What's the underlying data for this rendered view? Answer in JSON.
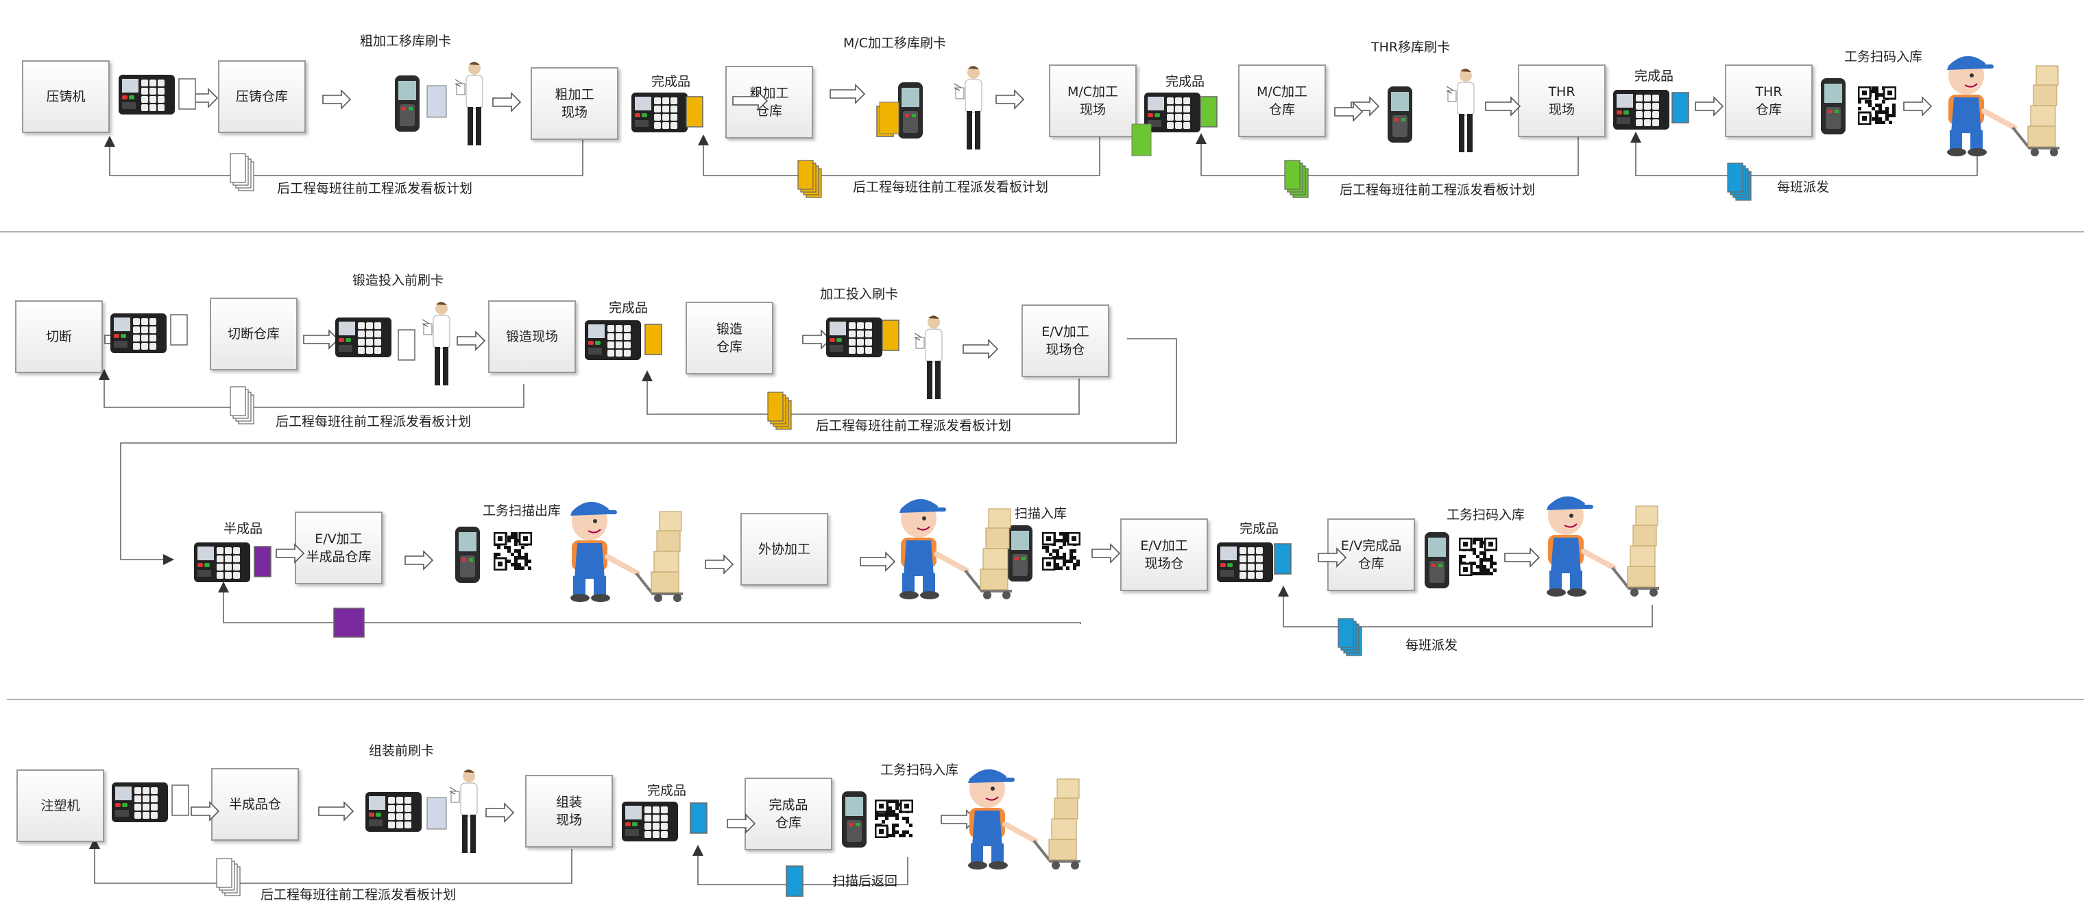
{
  "diagram": {
    "row1": {
      "boxes": {
        "die_casting": "压铸机",
        "die_casting_store": "压铸仓库",
        "rough_site": "粗加工\n现场",
        "rough_store": "粗加工\n仓库",
        "mc_site": "M/C加工\n现场",
        "mc_store": "M/C加工\n仓库",
        "thr_site": "THR\n现场",
        "thr_store": "THR\n仓库"
      },
      "labels": {
        "rough_transfer": "粗加工移库刷卡",
        "finished_1": "完成品",
        "mc_transfer": "M/C加工移库刷卡",
        "finished_2": "完成品",
        "thr_transfer": "THR移库刷卡",
        "finished_3": "完成品",
        "scan_in": "工务扫码入库",
        "kanban_1": "后工程每班往前工程派发看板计划",
        "kanban_2": "后工程每班往前工程派发看板计划",
        "kanban_3": "后工程每班往前工程派发看板计划",
        "per_shift": "每班派发"
      }
    },
    "row2": {
      "boxes": {
        "cutting": "切断",
        "cutting_store": "切断仓库",
        "forging_site": "锻造现场",
        "forging_store": "锻造\n仓库",
        "ev_site_store": "E/V加工\n现场仓",
        "ev_semi_store": "E/V加工\n半成品仓库",
        "outsourcing": "外协加工",
        "ev_site_store_2": "E/V加工\n现场仓",
        "ev_finished_store": "E/V完成品\n仓库"
      },
      "labels": {
        "before_forging": "锻造投入前刷卡",
        "finished_1": "完成品",
        "machining_input": "加工投入刷卡",
        "kanban_1": "后工程每班往前工程派发看板计划",
        "kanban_2": "后工程每班往前工程派发看板计划",
        "semi_finished": "半成品",
        "scan_out": "工务扫描出库",
        "scan_in": "扫描入库",
        "finished_2": "完成品",
        "scan_in_2": "工务扫码入库",
        "per_shift": "每班派发"
      }
    },
    "row3": {
      "boxes": {
        "injection": "注塑机",
        "semi_store": "半成品仓",
        "assembly_site": "组装\n现场",
        "finished_store": "完成品\n仓库"
      },
      "labels": {
        "before_assembly": "组装前刷卡",
        "finished": "完成品",
        "scan_in": "工务扫码入库",
        "kanban": "后工程每班往前工程派发看板计划",
        "scan_return": "扫描后返回"
      }
    },
    "colors": {
      "yellow_card": "#F0B400",
      "green_card": "#6CC531",
      "blue_card": "#1A9BD7",
      "purple_card": "#7A2A9E",
      "worker_shirt": "#F28A3A",
      "worker_overall": "#2E6FC9",
      "box_border": "#9a9a9a"
    },
    "icons": [
      "card-reader-icon",
      "card-icon",
      "handheld-scanner-icon",
      "qr-code-icon",
      "person-icon",
      "worker-cart-icon",
      "kanban-cards-icon",
      "hollow-arrow-icon"
    ]
  }
}
